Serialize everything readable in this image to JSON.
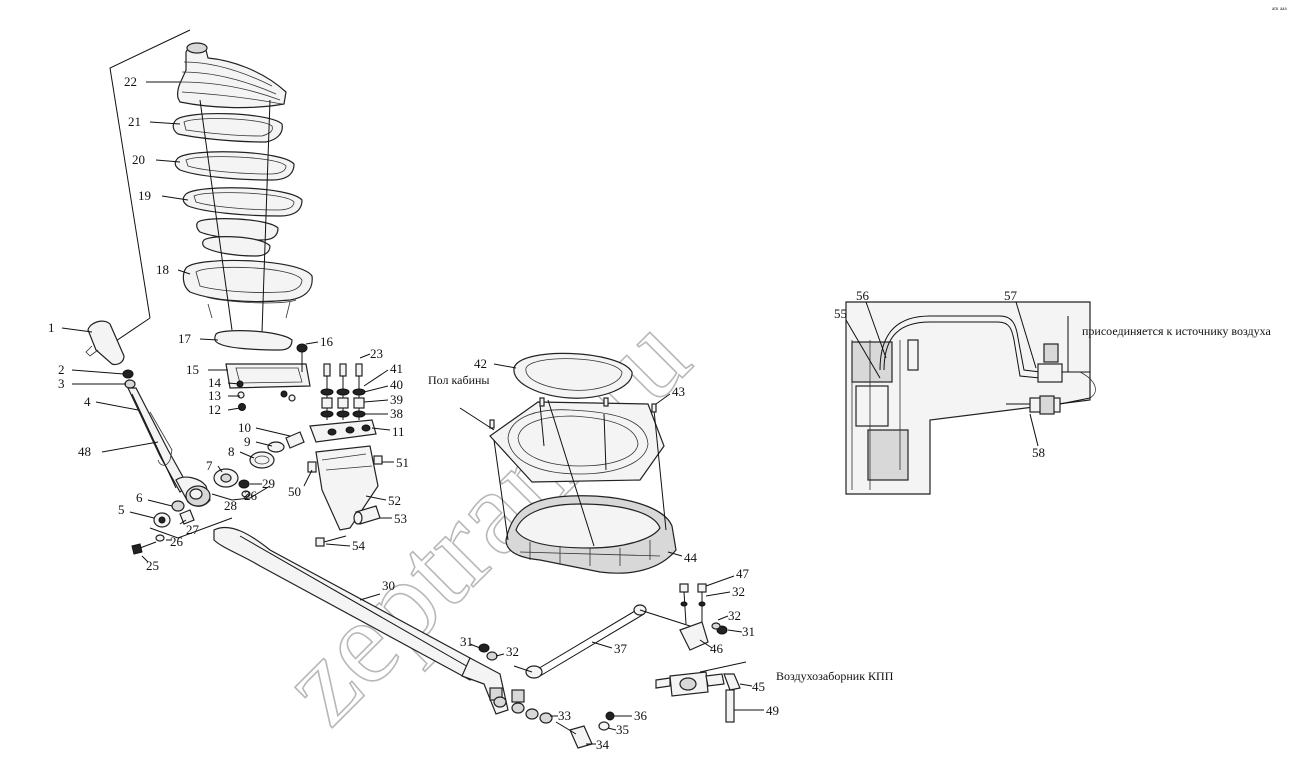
{
  "corner_mark": "ᵃᵐ ᵃᵃᵃ",
  "watermark": "zeptram.ru",
  "annotations": {
    "cab_floor": "Пол кабины",
    "air_source": "присоединяется к источнику воздуха",
    "gearbox_air_intake": "Воздухозаборник КПП"
  },
  "callouts": [
    {
      "id": "c22",
      "label": "22"
    },
    {
      "id": "c21",
      "label": "21"
    },
    {
      "id": "c20",
      "label": "20"
    },
    {
      "id": "c19",
      "label": "19"
    },
    {
      "id": "c18",
      "label": "18"
    },
    {
      "id": "c17",
      "label": "17"
    },
    {
      "id": "c15",
      "label": "15"
    },
    {
      "id": "c14",
      "label": "14"
    },
    {
      "id": "c13",
      "label": "13"
    },
    {
      "id": "c12",
      "label": "12"
    },
    {
      "id": "c1",
      "label": "1"
    },
    {
      "id": "c2",
      "label": "2"
    },
    {
      "id": "c3",
      "label": "3"
    },
    {
      "id": "c4",
      "label": "4"
    },
    {
      "id": "c48",
      "label": "48"
    },
    {
      "id": "c16",
      "label": "16"
    },
    {
      "id": "c23",
      "label": "23"
    },
    {
      "id": "c41",
      "label": "41"
    },
    {
      "id": "c40",
      "label": "40"
    },
    {
      "id": "c39",
      "label": "39"
    },
    {
      "id": "c38",
      "label": "38"
    },
    {
      "id": "c11",
      "label": "11"
    },
    {
      "id": "c10",
      "label": "10"
    },
    {
      "id": "c9",
      "label": "9"
    },
    {
      "id": "c8",
      "label": "8"
    },
    {
      "id": "c7",
      "label": "7"
    },
    {
      "id": "c29",
      "label": "29"
    },
    {
      "id": "c26a",
      "label": "26"
    },
    {
      "id": "c28",
      "label": "28"
    },
    {
      "id": "c6",
      "label": "6"
    },
    {
      "id": "c5",
      "label": "5"
    },
    {
      "id": "c27",
      "label": "27"
    },
    {
      "id": "c26b",
      "label": "26"
    },
    {
      "id": "c25",
      "label": "25"
    },
    {
      "id": "c51",
      "label": "51"
    },
    {
      "id": "c50",
      "label": "50"
    },
    {
      "id": "c52",
      "label": "52"
    },
    {
      "id": "c53",
      "label": "53"
    },
    {
      "id": "c54",
      "label": "54"
    },
    {
      "id": "c42",
      "label": "42"
    },
    {
      "id": "c43",
      "label": "43"
    },
    {
      "id": "c44",
      "label": "44"
    },
    {
      "id": "c30",
      "label": "30"
    },
    {
      "id": "c31a",
      "label": "31"
    },
    {
      "id": "c32a",
      "label": "32"
    },
    {
      "id": "c33",
      "label": "33"
    },
    {
      "id": "c34",
      "label": "34"
    },
    {
      "id": "c35",
      "label": "35"
    },
    {
      "id": "c36",
      "label": "36"
    },
    {
      "id": "c37",
      "label": "37"
    },
    {
      "id": "c47",
      "label": "47"
    },
    {
      "id": "c32b",
      "label": "32"
    },
    {
      "id": "c32c",
      "label": "32"
    },
    {
      "id": "c31b",
      "label": "31"
    },
    {
      "id": "c46",
      "label": "46"
    },
    {
      "id": "c45",
      "label": "45"
    },
    {
      "id": "c49",
      "label": "49"
    },
    {
      "id": "c55",
      "label": "55"
    },
    {
      "id": "c56",
      "label": "56"
    },
    {
      "id": "c57",
      "label": "57"
    },
    {
      "id": "c58",
      "label": "58"
    }
  ]
}
